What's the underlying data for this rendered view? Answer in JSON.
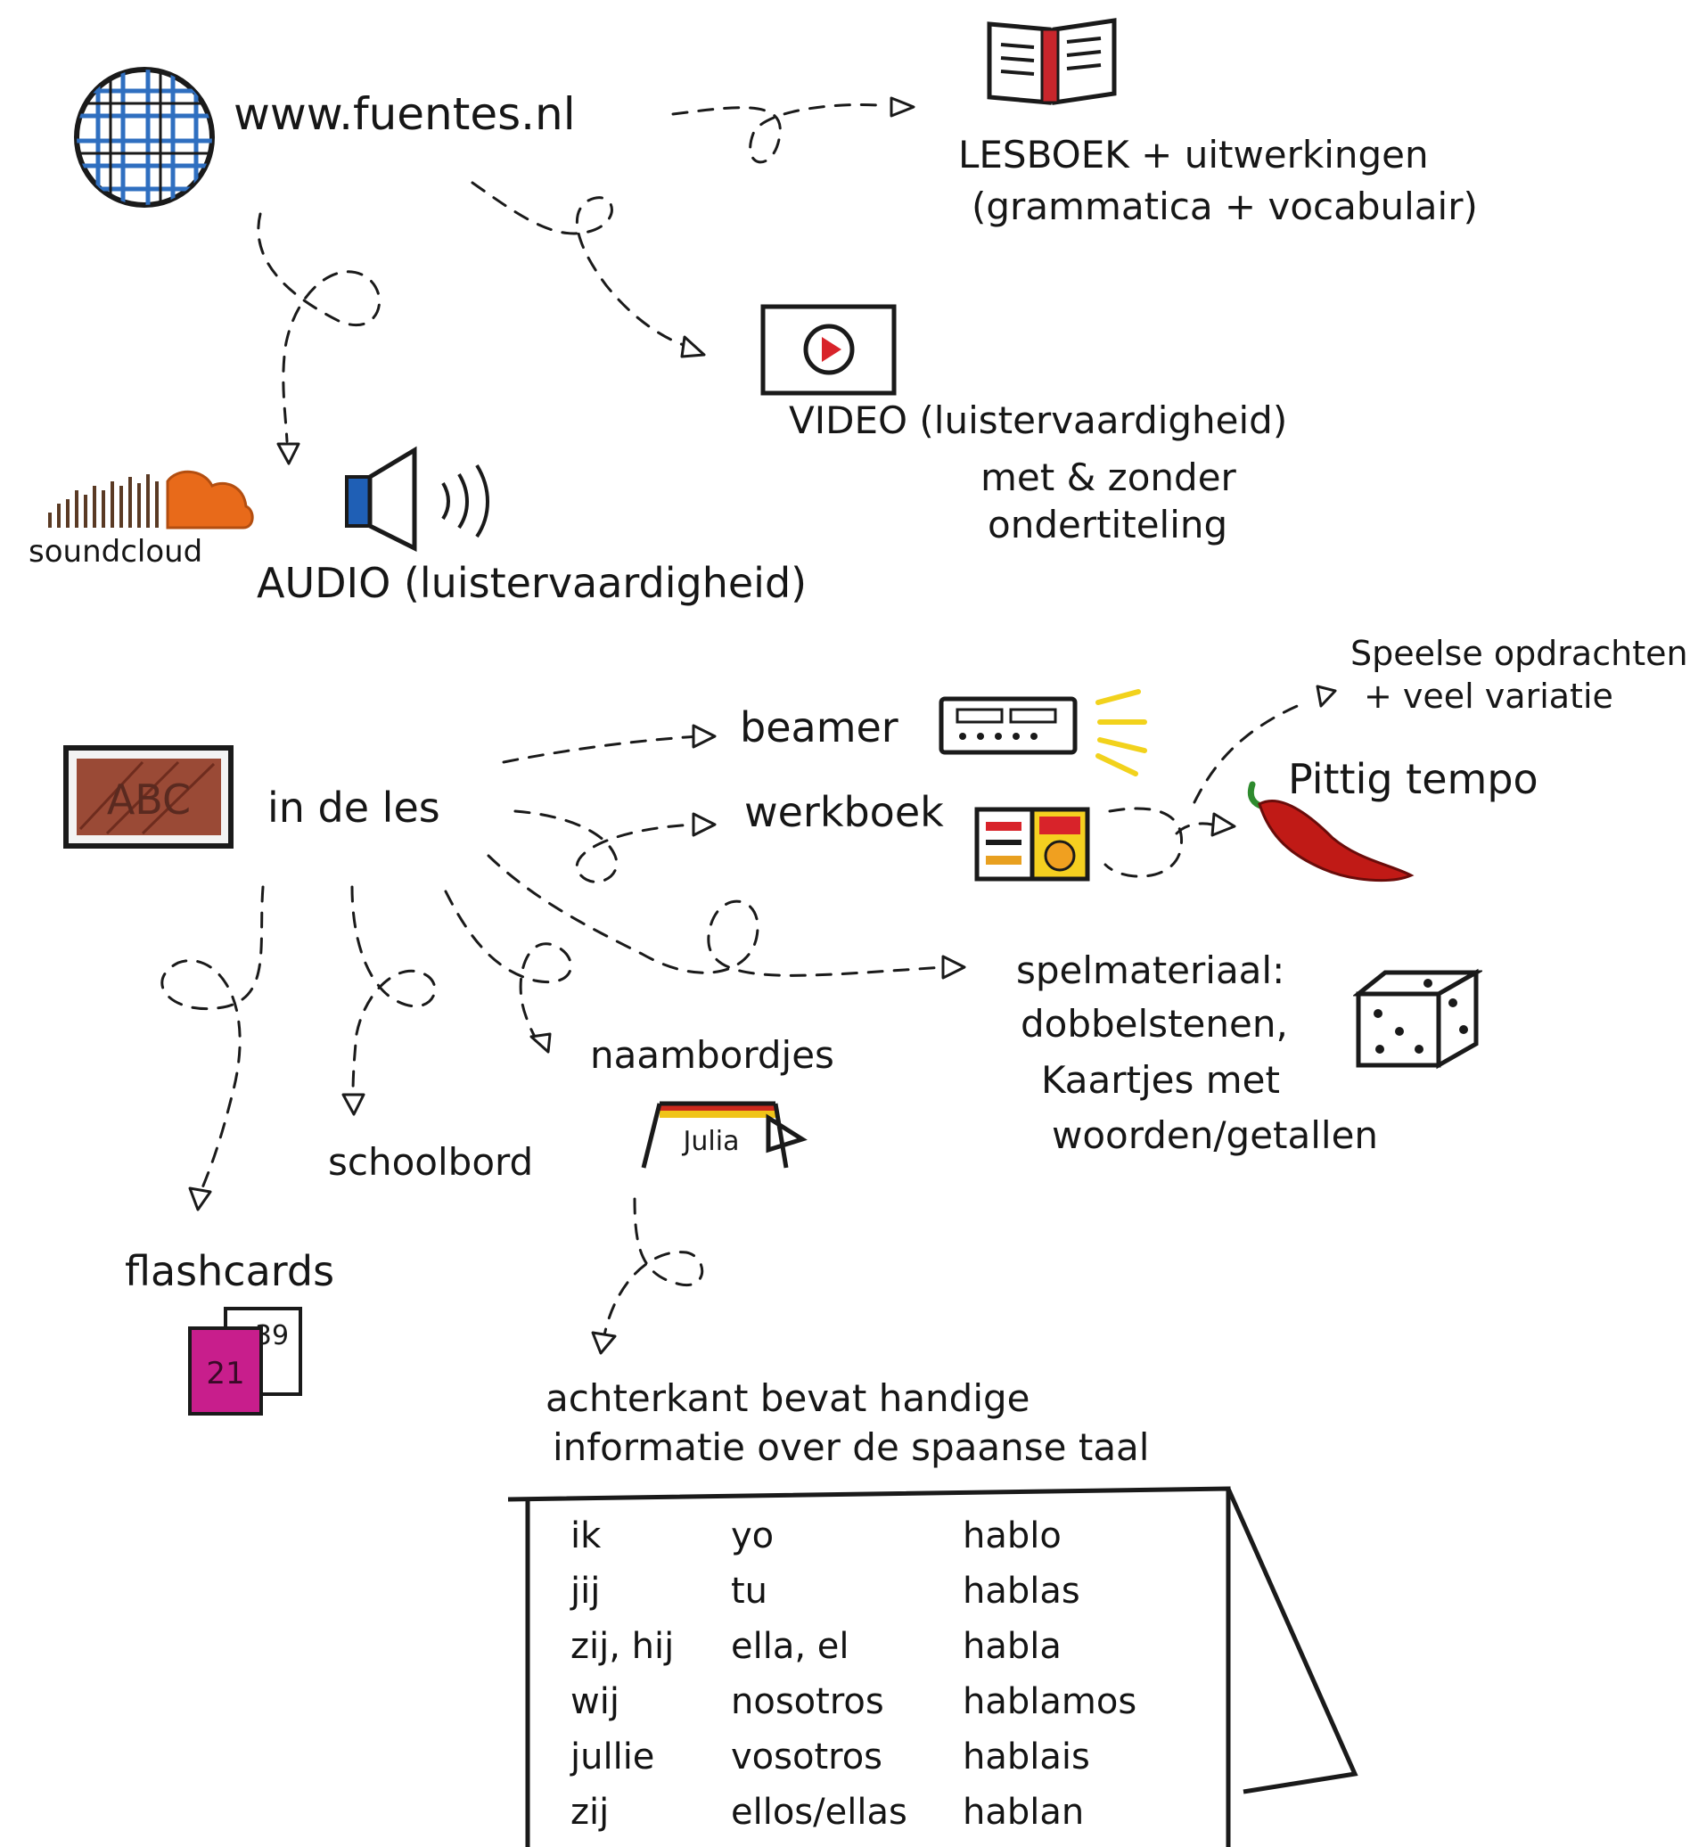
{
  "website": {
    "url": "www.fuentes.nl"
  },
  "lesboek": {
    "line1": "LESBOEK + uitwerkingen",
    "line2": "(grammatica + vocabulair)"
  },
  "video": {
    "line1": "VIDEO (luistervaardigheid)",
    "line2": "met & zonder",
    "line3": "ondertiteling"
  },
  "audio": {
    "logo_text": "soundcloud",
    "label": "AUDIO (luistervaardigheid)"
  },
  "classroom": {
    "board_text": "ABC",
    "label": "in de les"
  },
  "beamer": {
    "label": "beamer"
  },
  "werkboek": {
    "label": "werkboek"
  },
  "speelse": {
    "line1": "Speelse opdrachten",
    "line2": "+ veel variatie"
  },
  "pittig": {
    "label": "Pittig tempo"
  },
  "spelmateriaal": {
    "line1": "spelmateriaal:",
    "line2": "dobbelstenen,",
    "line3": "Kaartjes met",
    "line4": "woorden/getallen"
  },
  "naambordjes": {
    "label": "naambordjes",
    "name_on_sign": "Julia"
  },
  "schoolbord": {
    "label": "schoolbord"
  },
  "flashcards": {
    "label": "flashcards",
    "card_front": "21",
    "card_back": "39"
  },
  "achterkant": {
    "line1": "achterkant bevat handige",
    "line2": "informatie over de spaanse taal"
  },
  "conjugation": {
    "rows": [
      [
        "ik",
        "yo",
        "hablo"
      ],
      [
        "jij",
        "tu",
        "hablas"
      ],
      [
        "zij, hij",
        "ella, el",
        "habla"
      ],
      [
        "wij",
        "nosotros",
        "hablamos"
      ],
      [
        "jullie",
        "vosotros",
        "hablais"
      ],
      [
        "zij",
        "ellos/ellas",
        "hablan"
      ]
    ]
  },
  "colors": {
    "ink": "#161616",
    "globe_blue": "#2f6fc0",
    "video_red": "#d8232a",
    "soundcloud_orange": "#e86a1a",
    "speaker_blue": "#1f5fb5",
    "board_brown": "#9a4a36",
    "beamer_yellow": "#f2d21c",
    "chili_red": "#c01a16",
    "flashcard_magenta": "#c81e8c",
    "workbook_yellow": "#f5d020",
    "flag_red": "#cc2a1e",
    "flag_yellow": "#f0c419"
  },
  "icons": [
    "globe-icon",
    "book-icon",
    "video-player-icon",
    "soundcloud-logo-icon",
    "speaker-icon",
    "chalkboard-icon",
    "projector-icon",
    "workbook-icon",
    "chili-pepper-icon",
    "dice-icon",
    "name-sign-icon",
    "flashcards-icon",
    "folded-card-icon"
  ]
}
